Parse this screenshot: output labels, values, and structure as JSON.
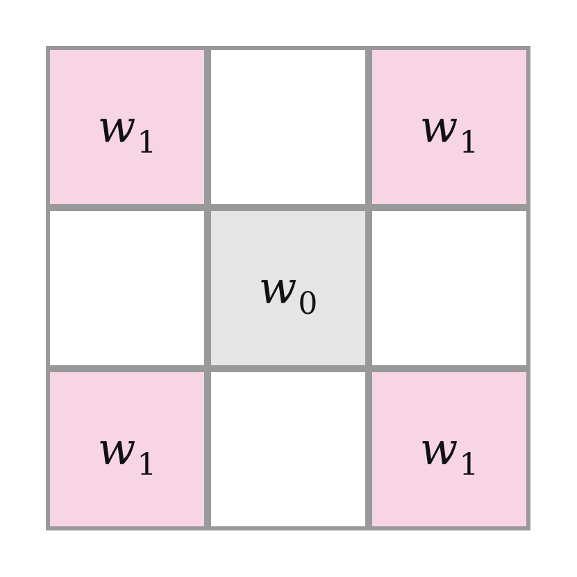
{
  "colors": {
    "border": "#999999",
    "corner_fill": "#f8d5e5",
    "center_fill": "#e5e5e5",
    "edge_fill": "#ffffff"
  },
  "cells": [
    {
      "symbol": "w",
      "sub": "1",
      "fill": "corner"
    },
    {
      "symbol": "",
      "sub": "",
      "fill": "edge"
    },
    {
      "symbol": "w",
      "sub": "1",
      "fill": "corner"
    },
    {
      "symbol": "",
      "sub": "",
      "fill": "edge"
    },
    {
      "symbol": "w",
      "sub": "0",
      "fill": "center"
    },
    {
      "symbol": "",
      "sub": "",
      "fill": "edge"
    },
    {
      "symbol": "w",
      "sub": "1",
      "fill": "corner"
    },
    {
      "symbol": "",
      "sub": "",
      "fill": "edge"
    },
    {
      "symbol": "w",
      "sub": "1",
      "fill": "corner"
    }
  ]
}
